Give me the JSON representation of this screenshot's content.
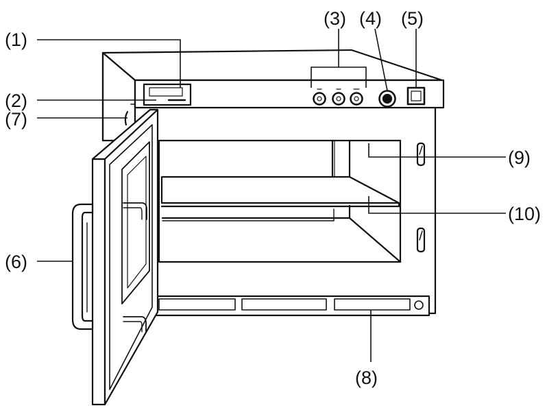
{
  "diagram": {
    "callouts": [
      {
        "id": "1",
        "label": "(1)"
      },
      {
        "id": "2",
        "label": "(2)"
      },
      {
        "id": "7",
        "label": "(7)"
      },
      {
        "id": "6",
        "label": "(6)"
      },
      {
        "id": "3",
        "label": "(3)"
      },
      {
        "id": "4",
        "label": "(4)"
      },
      {
        "id": "5",
        "label": "(5)"
      },
      {
        "id": "9",
        "label": "(9)"
      },
      {
        "id": "10",
        "label": "(10)"
      },
      {
        "id": "8",
        "label": "(8)"
      }
    ],
    "colors": {
      "stroke": "#111111",
      "fill": "#ffffff"
    }
  }
}
